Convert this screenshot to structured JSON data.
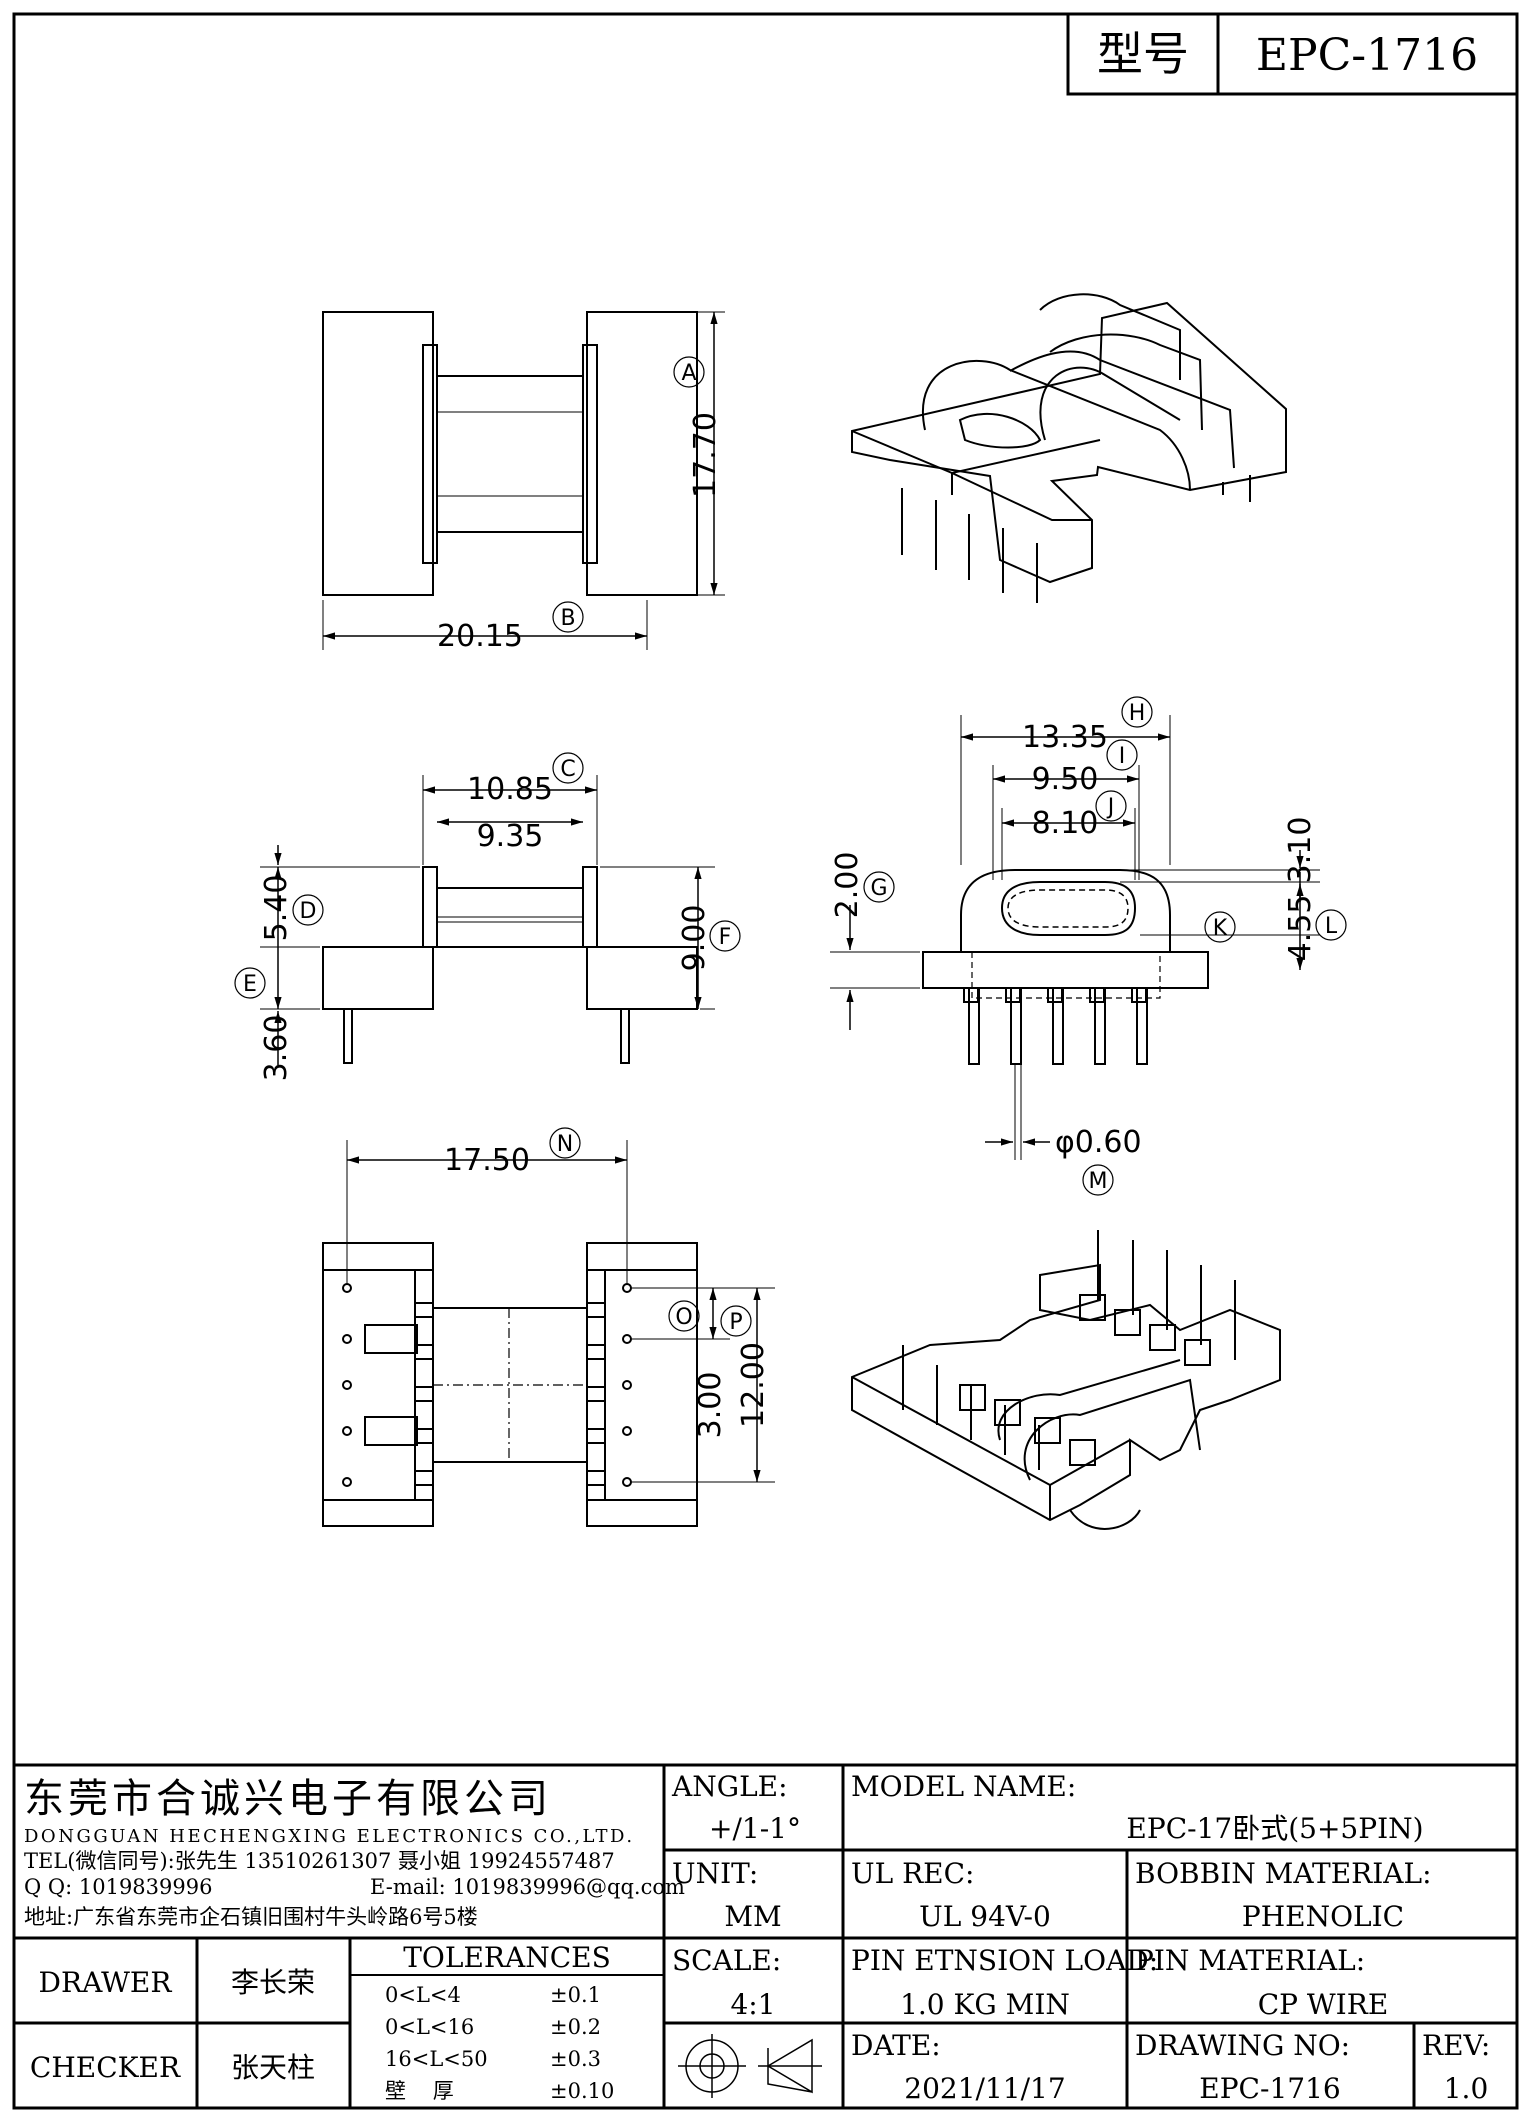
{
  "title_block": {
    "model_label": "型号",
    "model_value": "EPC-1716"
  },
  "dimensions": {
    "a": "17.70",
    "b": "20.15",
    "c": "10.85",
    "c_inner": "9.35",
    "d": "5.40",
    "e": "3.60",
    "f": "9.00",
    "g": "2.00",
    "h": "13.35",
    "i": "9.50",
    "j": "8.10",
    "k": "3.10",
    "l": "4.55",
    "m": "φ0.60",
    "n": "17.50",
    "o": "3.00",
    "p": "12.00"
  },
  "callouts": {
    "a": "A",
    "b": "B",
    "c": "C",
    "d": "D",
    "e": "E",
    "f": "F",
    "g": "G",
    "h": "H",
    "i": "I",
    "j": "J",
    "k": "K",
    "l": "L",
    "m": "M",
    "n": "N",
    "o": "O",
    "p": "P"
  },
  "company": {
    "name_cn": "东莞市合诚兴电子有限公司",
    "name_en": "DONGGUAN HECHENGXING ELECTRONICS CO.,LTD.",
    "tel": "TEL(微信同号):张先生 13510261307 聂小姐 19924557487",
    "qq": "Q Q: 1019839996",
    "email": "E-mail: 1019839996@qq.com",
    "address": "地址:广东省东莞市企石镇旧围村牛头岭路6号5楼"
  },
  "table": {
    "angle_label": "ANGLE:",
    "angle_value": "+/1-1°",
    "model_name_label": "MODEL NAME:",
    "model_name_value": "EPC-17卧式(5+5PIN)",
    "unit_label": "UNIT:",
    "unit_value": "MM",
    "ul_label": "UL REC:",
    "ul_value": "UL 94V-0",
    "bobbin_label": "BOBBIN MATERIAL:",
    "bobbin_value": "PHENOLIC",
    "scale_label": "SCALE:",
    "scale_value": "4:1",
    "pin_load_label": "PIN ETNSION LOAD:",
    "pin_load_value": "1.0 KG MIN",
    "pin_material_label": "PIN MATERIAL:",
    "pin_material_value": "CP WIRE",
    "date_label": "DATE:",
    "date_value": "2021/11/17",
    "drawing_no_label": "DRAWING NO:",
    "drawing_no_value": "EPC-1716",
    "rev_label": "REV:",
    "rev_value": "1.0",
    "drawer_label": "DRAWER",
    "drawer_value": "李长荣",
    "checker_label": "CHECKER",
    "checker_value": "张天柱",
    "tolerances_label": "TOLERANCES",
    "tolerances": [
      {
        "range": "0<L<4",
        "value": "±0.1"
      },
      {
        "range": "0<L<16",
        "value": "±0.2"
      },
      {
        "range": "16<L<50",
        "value": "±0.3"
      },
      {
        "range": "壁    厚",
        "value": "±0.10"
      }
    ]
  }
}
